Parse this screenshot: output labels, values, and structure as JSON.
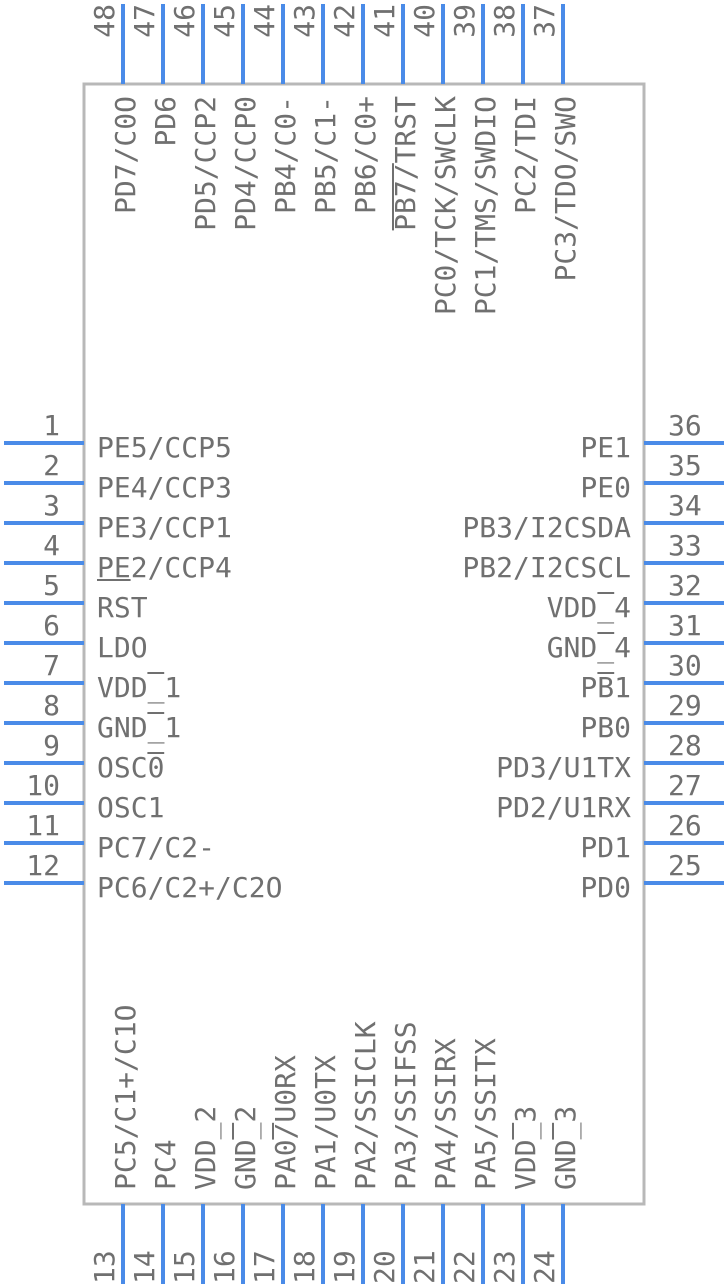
{
  "colors": {
    "pin": "#4a8be8",
    "text": "#707070",
    "body_outline": "#b8b8b8"
  },
  "pins": {
    "left": [
      {
        "number": "1",
        "name": "PE5/CCP5"
      },
      {
        "number": "2",
        "name": "PE4/CCP3"
      },
      {
        "number": "3",
        "name": "PE3/CCP1"
      },
      {
        "number": "4",
        "name": "PE2/CCP4"
      },
      {
        "number": "5",
        "name": "RST"
      },
      {
        "number": "6",
        "name": "LDO"
      },
      {
        "number": "7",
        "name": "VDD_1"
      },
      {
        "number": "8",
        "name": "GND_1"
      },
      {
        "number": "9",
        "name": "OSC0"
      },
      {
        "number": "10",
        "name": "OSC1"
      },
      {
        "number": "11",
        "name": "PC7/C2-"
      },
      {
        "number": "12",
        "name": "PC6/C2+/C2O"
      }
    ],
    "right": [
      {
        "number": "36",
        "name": "PE1"
      },
      {
        "number": "35",
        "name": "PE0"
      },
      {
        "number": "34",
        "name": "PB3/I2CSDA"
      },
      {
        "number": "33",
        "name": "PB2/I2CSCL"
      },
      {
        "number": "32",
        "name": "VDD_4"
      },
      {
        "number": "31",
        "name": "GND_4"
      },
      {
        "number": "30",
        "name": "PB1"
      },
      {
        "number": "29",
        "name": "PB0"
      },
      {
        "number": "28",
        "name": "PD3/U1TX"
      },
      {
        "number": "27",
        "name": "PD2/U1RX"
      },
      {
        "number": "26",
        "name": "PD1"
      },
      {
        "number": "25",
        "name": "PD0"
      }
    ],
    "bottom": [
      {
        "number": "13",
        "name": "PC5/C1+/C1O"
      },
      {
        "number": "14",
        "name": "PC4"
      },
      {
        "number": "15",
        "name": "VDD_2"
      },
      {
        "number": "16",
        "name": "GND_2"
      },
      {
        "number": "17",
        "name": "PA0/U0RX"
      },
      {
        "number": "18",
        "name": "PA1/U0TX"
      },
      {
        "number": "19",
        "name": "PA2/SSICLK"
      },
      {
        "number": "20",
        "name": "PA3/SSIFSS"
      },
      {
        "number": "21",
        "name": "PA4/SSIRX"
      },
      {
        "number": "22",
        "name": "PA5/SSITX"
      },
      {
        "number": "23",
        "name": "VDD_3"
      },
      {
        "number": "24",
        "name": "GND_3"
      }
    ],
    "top": [
      {
        "number": "48",
        "name": "PD7/C0O"
      },
      {
        "number": "47",
        "name": "PD6"
      },
      {
        "number": "46",
        "name": "PD5/CCP2"
      },
      {
        "number": "45",
        "name": "PD4/CCP0"
      },
      {
        "number": "44",
        "name": "PB4/C0-"
      },
      {
        "number": "43",
        "name": "PB5/C1-"
      },
      {
        "number": "42",
        "name": "PB6/C0+"
      },
      {
        "number": "41",
        "name": "PB7/TRST"
      },
      {
        "number": "40",
        "name": "PC0/TCK/SWCLK"
      },
      {
        "number": "39",
        "name": "PC1/TMS/SWDIO"
      },
      {
        "number": "38",
        "name": "PC2/TDI"
      },
      {
        "number": "37",
        "name": "PC3/TDO/SWO"
      }
    ]
  }
}
